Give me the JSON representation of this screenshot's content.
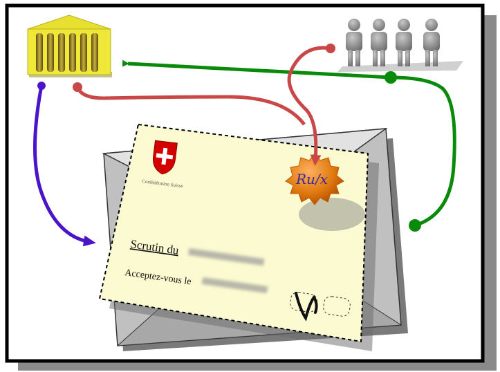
{
  "ballot": {
    "coat_of_arms_label": "Confédération Suisse",
    "title": "Scrutin du",
    "question": "Acceptez-vous le",
    "signature_text": "Ru/x"
  },
  "colors": {
    "frame_border": "#000000",
    "green_arrow": "#0a8a0a",
    "red_arrow": "#c84848",
    "purple_arrow": "#4a14c8",
    "building_fill": "#e8e030",
    "ballot_paper": "#fbfad0",
    "envelope_front": "#d4d4d4",
    "seal": "#e07a10",
    "swiss_red": "#d40000"
  },
  "icons": {
    "government": "government-building-icon",
    "citizens": "citizens-group-icon",
    "envelope": "voting-envelope-icon",
    "ballot": "ballot-paper-icon",
    "seal": "signature-seal-icon"
  }
}
